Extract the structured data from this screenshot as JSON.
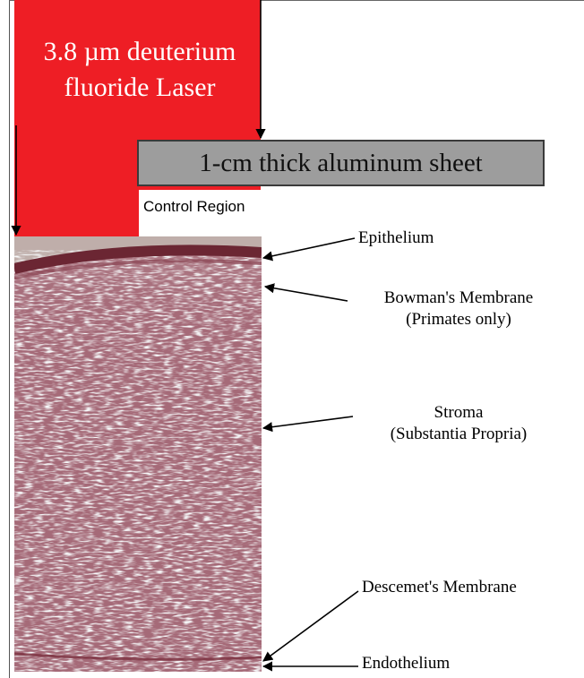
{
  "laser": {
    "line1": "3.8 µm deuterium",
    "line2": "fluoride Laser",
    "color": "#ee1e25"
  },
  "sheet": {
    "label": "1-cm thick aluminum sheet",
    "color": "#9d9d9d"
  },
  "control_region": {
    "label": "Control Region"
  },
  "layers": {
    "epithelium": "Epithelium",
    "bowmans_line1": "Bowman's Membrane",
    "bowmans_line2": "(Primates only)",
    "stroma_line1": "Stroma",
    "stroma_line2": "(Substantia Propria)",
    "descemets": "Descemet's Membrane",
    "endothelium": "Endothelium"
  },
  "tissue": {
    "stain_color": "#a56a78",
    "surface_color": "#6b2633"
  }
}
